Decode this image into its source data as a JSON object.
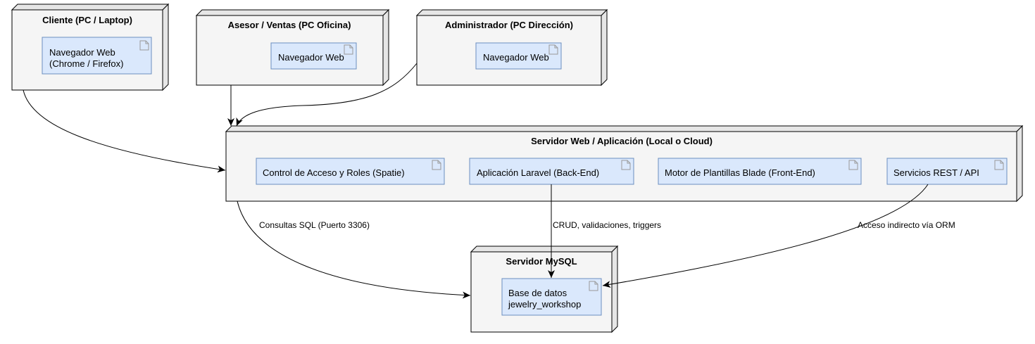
{
  "colors": {
    "node_fill": "#f5f5f5",
    "node_side": "#e6e6e6",
    "component_fill": "#dae8fc",
    "component_border": "#6c8ebf",
    "line": "#000000"
  },
  "nodes": {
    "cliente": {
      "title": "Cliente (PC / Laptop)"
    },
    "asesor": {
      "title": "Asesor / Ventas (PC Oficina)"
    },
    "admin": {
      "title": "Administrador (PC Dirección)"
    },
    "servidor": {
      "title": "Servidor Web / Aplicación (Local o Cloud)"
    },
    "mysql": {
      "title": "Servidor MySQL"
    }
  },
  "components": {
    "cliente_browser": [
      "Navegador Web",
      "(Chrome / Firefox)"
    ],
    "asesor_browser": [
      "Navegador Web"
    ],
    "admin_browser": [
      "Navegador Web"
    ],
    "acceso": [
      "Control de Acceso y Roles (Spatie)"
    ],
    "laravel": [
      "Aplicación Laravel (Back-End)"
    ],
    "blade": [
      "Motor de Plantillas Blade (Front-End)"
    ],
    "rest": [
      "Servicios REST / API"
    ],
    "db": [
      "Base de datos",
      "jewelry_workshop"
    ]
  },
  "edges": {
    "sql": {
      "label": "Consultas SQL (Puerto 3306)"
    },
    "crud": {
      "label": "CRUD, validaciones, triggers"
    },
    "orm": {
      "label": "Acceso indirecto vía ORM"
    }
  }
}
